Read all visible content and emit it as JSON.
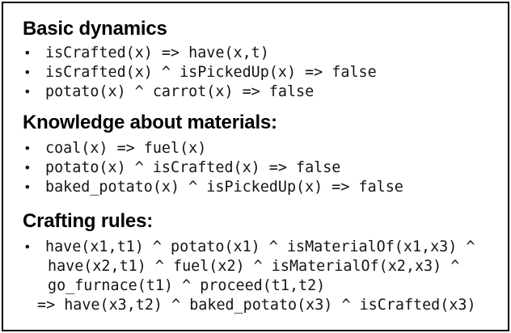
{
  "bullet_char": "•",
  "colors": {
    "background": "#ffffff",
    "border": "#000000",
    "heading_text": "#000000",
    "rule_text": "#141414"
  },
  "sections": [
    {
      "title": "Basic dynamics",
      "bullets": [
        {
          "lines": [
            "isCrafted(x) => have(x,t)"
          ]
        },
        {
          "lines": [
            "isCrafted(x) ^ isPickedUp(x) => false"
          ]
        },
        {
          "lines": [
            "potato(x) ^ carrot(x) => false"
          ]
        }
      ]
    },
    {
      "title": "Knowledge about materials:",
      "bullets": [
        {
          "lines": [
            "coal(x) => fuel(x)"
          ]
        },
        {
          "lines": [
            "potato(x) ^ isCrafted(x) => false"
          ]
        },
        {
          "lines": [
            "baked_potato(x) ^ isPickedUp(x) => false"
          ]
        }
      ]
    },
    {
      "title": "Crafting rules:",
      "bullets": [
        {
          "lines": [
            "have(x1,t1) ^ potato(x1) ^ isMaterialOf(x1,x3) ^",
            "have(x2,t1) ^ fuel(x2) ^ isMaterialOf(x2,x3) ^",
            "go_furnace(t1) ^ proceed(t1,t2)",
            "=> have(x3,t2) ^ baked_potato(x3) ^ isCrafted(x3)"
          ]
        }
      ]
    }
  ]
}
